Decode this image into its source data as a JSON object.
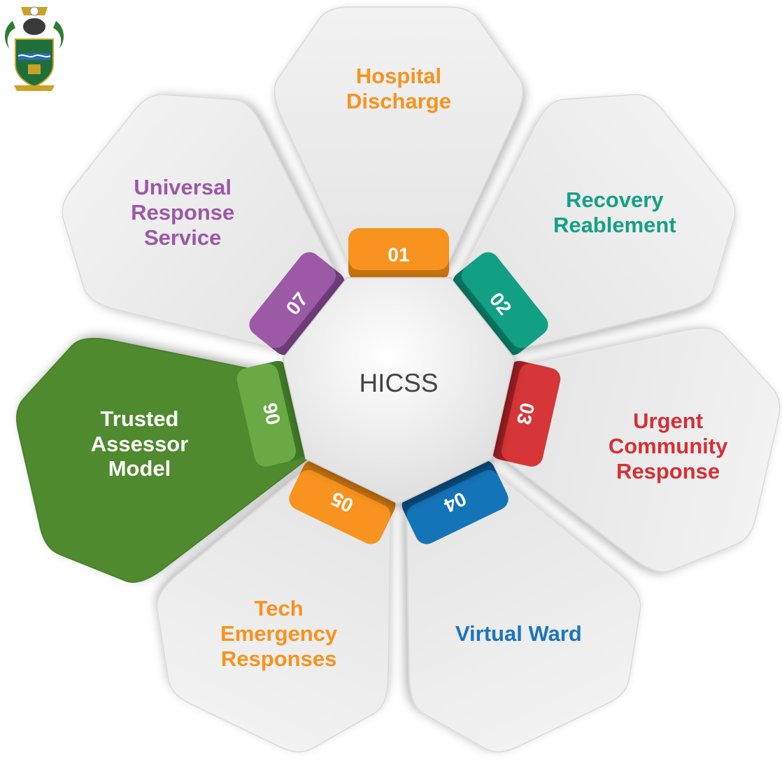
{
  "center": {
    "label": "HICSS"
  },
  "items": [
    {
      "number": "01",
      "lines": [
        "Hospital",
        "Discharge"
      ],
      "text_color": "#F7931E",
      "tab_color": "#F7931E",
      "tab_shade": "#C8730F",
      "highlighted": false
    },
    {
      "number": "02",
      "lines": [
        "Recovery",
        "Reablement"
      ],
      "text_color": "#16A085",
      "tab_color": "#12A085",
      "tab_shade": "#0B7560",
      "highlighted": false
    },
    {
      "number": "03",
      "lines": [
        "Urgent",
        "Community",
        "Response"
      ],
      "text_color": "#D62F35",
      "tab_color": "#D63638",
      "tab_shade": "#A11F24",
      "highlighted": false
    },
    {
      "number": "04",
      "lines": [
        "Virtual Ward"
      ],
      "text_color": "#1B75BC",
      "tab_color": "#1474B8",
      "tab_shade": "#0C4F83",
      "highlighted": false
    },
    {
      "number": "05",
      "lines": [
        "Tech",
        "Emergency",
        "Responses"
      ],
      "text_color": "#F7931E",
      "tab_color": "#F7931E",
      "tab_shade": "#C8730F",
      "highlighted": false
    },
    {
      "number": "06",
      "lines": [
        "Trusted",
        "Assessor",
        "Model"
      ],
      "text_color": "#FFFFFF",
      "tab_color": "#6AAA45",
      "tab_shade": "#3F7A26",
      "highlighted": true,
      "petal_color": "#4F8A2E"
    },
    {
      "number": "07",
      "lines": [
        "Universal",
        "Response",
        "Service"
      ],
      "text_color": "#9B59A6",
      "tab_color": "#9B59A6",
      "tab_shade": "#6E3C78",
      "highlighted": false
    }
  ],
  "colors": {
    "petal_fill": "#ECECEC",
    "petal_edge": "#D8D8D8",
    "hub_fill": "#F4F4F4",
    "center_text": "#444444"
  },
  "logo": {
    "name": "university-crest"
  }
}
